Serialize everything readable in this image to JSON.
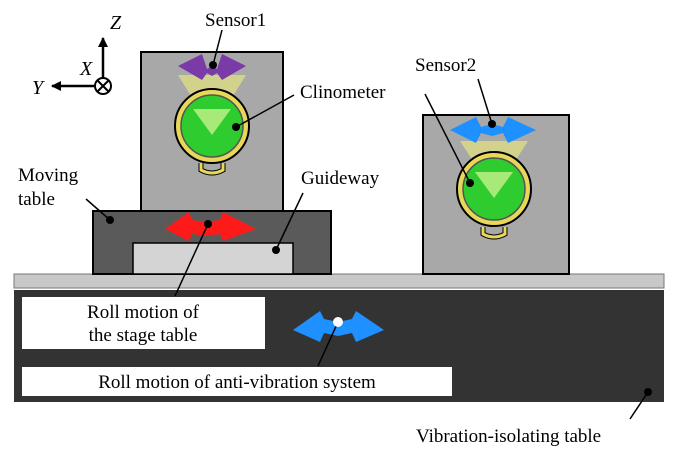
{
  "axes": {
    "z": "Z",
    "x": "X",
    "y": "Y"
  },
  "labels": {
    "sensor1": "Sensor1",
    "sensor2": "Sensor2",
    "clinometer": "Clinometer",
    "moving_table_line1": "Moving",
    "moving_table_line2": "table",
    "guideway": "Guideway",
    "roll_stage_line1": "Roll motion of",
    "roll_stage_line2": "the stage table",
    "roll_anti_vibration": "Roll motion of anti-vibration system",
    "vibration_isolating_table": "Vibration-isolating table"
  },
  "colors": {
    "platform": "#c8c8c8",
    "isolating_table": "#333333",
    "moving_table": "#5a5a5a",
    "guideway": "#d4d4d4",
    "sensor_block": "#a8a8a8",
    "clinometer_green": "#2ecc2e",
    "clinometer_ring": "#e8d85a",
    "arrow_sensor1": "#7a3aa8",
    "arrow_sensor2": "#1e90ff",
    "arrow_stage": "#ff1a1a",
    "arrow_isolation": "#1e90ff"
  }
}
